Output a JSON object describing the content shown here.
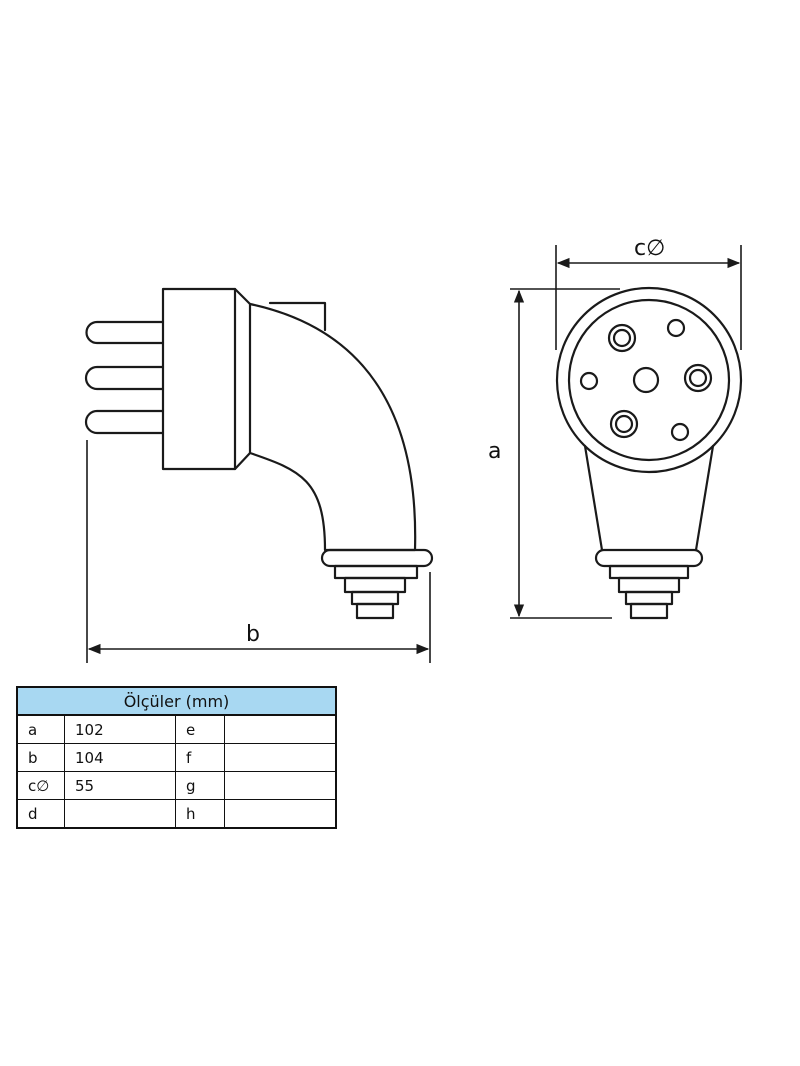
{
  "diagram": {
    "label_a": "a",
    "label_b": "b",
    "label_c": "c∅"
  },
  "table": {
    "title": "Ölçüler (mm)",
    "rows": [
      {
        "k1": "a",
        "v1": "102",
        "k2": "e",
        "v2": ""
      },
      {
        "k1": "b",
        "v1": "104",
        "k2": "f",
        "v2": ""
      },
      {
        "k1": "c∅",
        "v1": "55",
        "k2": "g",
        "v2": ""
      },
      {
        "k1": "d",
        "v1": "",
        "k2": "h",
        "v2": ""
      }
    ]
  },
  "colors": {
    "header_bg": "#a8d8f2",
    "line": "#1a1a1a"
  }
}
